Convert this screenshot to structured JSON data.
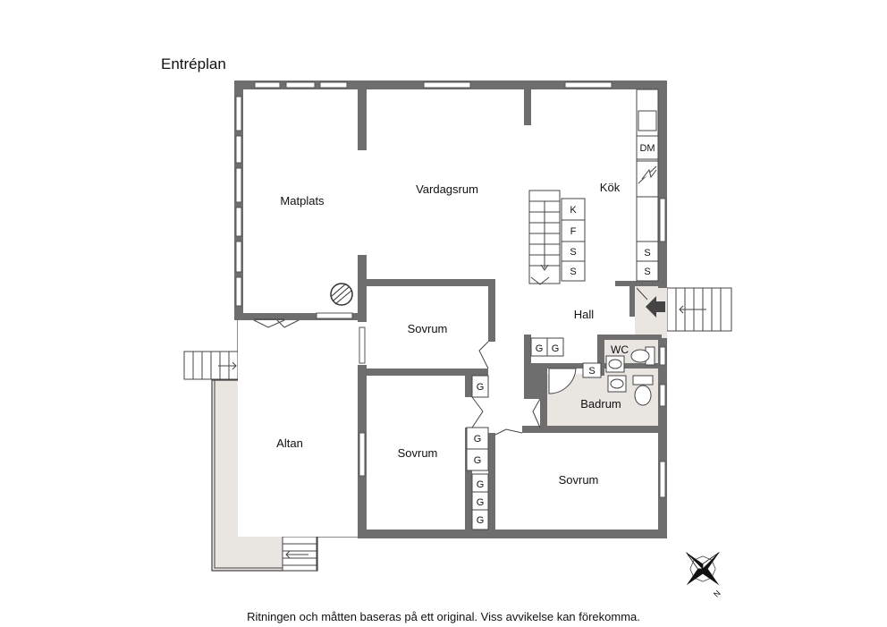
{
  "plan": {
    "title": "Entréplan",
    "disclaimer": "Ritningen och måtten baseras på ett original. Viss avvikelse kan förekomma.",
    "compass_label": "N",
    "rooms": {
      "matplats": "Matplats",
      "vardagsrum": "Vardagsrum",
      "kok": "Kök",
      "hall": "Hall",
      "sovrum_1": "Sovrum",
      "sovrum_2": "Sovrum",
      "sovrum_3": "Sovrum",
      "badrum": "Badrum",
      "wc": "WC",
      "altan": "Altan"
    },
    "fixtures": {
      "dm": "DM",
      "kitchen_k": "K",
      "kitchen_f": "F",
      "kitchen_s1": "S",
      "kitchen_s2": "S",
      "kok_s1": "S",
      "kok_s2": "S",
      "hall_g1": "G",
      "hall_g2": "G",
      "bath_s": "S",
      "closet_g1": "G",
      "closet_g2": "G",
      "closet_g3": "G",
      "closet_g4": "G",
      "closet_g5": "G",
      "closet_g6": "G"
    },
    "colors": {
      "wall": "#6e6e6e",
      "floor": "#ffffff",
      "tiled": "#e9e5e0",
      "deck": "#e9e5e0",
      "line": "#333333"
    }
  }
}
